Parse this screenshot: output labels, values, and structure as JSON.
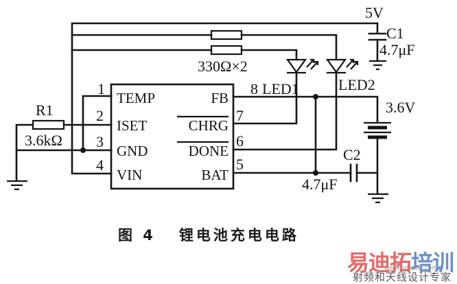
{
  "figure": {
    "caption": "图 4   锂电池充电电路",
    "caption_number": "4",
    "caption_title": "锂电池充电电路"
  },
  "circuit": {
    "supply_label": "5V",
    "c1": {
      "name": "C1",
      "value": "4.7μF"
    },
    "led_resistors": {
      "value": "330Ω×2"
    },
    "r1": {
      "name": "R1",
      "value": "3.6kΩ"
    },
    "led1": {
      "name": "LED1"
    },
    "led2": {
      "name": "LED2"
    },
    "battery": {
      "value": "3.6V"
    },
    "c2": {
      "name": "C2",
      "value": "4.7μF"
    },
    "ic": {
      "left_pins": [
        {
          "number": "1",
          "name": "TEMP"
        },
        {
          "number": "2",
          "name": "ISET"
        },
        {
          "number": "3",
          "name": "GND"
        },
        {
          "number": "4",
          "name": "VIN"
        }
      ],
      "right_pins": [
        {
          "number": "8",
          "name": "FB",
          "active_low": false
        },
        {
          "number": "7",
          "name": "CHRG",
          "active_low": true
        },
        {
          "number": "6",
          "name": "DONE",
          "active_low": true
        },
        {
          "number": "5",
          "name": "BAT",
          "active_low": false
        }
      ]
    }
  },
  "watermark": {
    "brand_red": "易迪拓",
    "brand_blue": "培训",
    "url": "www.edatop.com",
    "tagline": "射频和天线设计专家",
    "colors": {
      "red": "#e06a6a",
      "blue": "#6d8fc6"
    }
  }
}
